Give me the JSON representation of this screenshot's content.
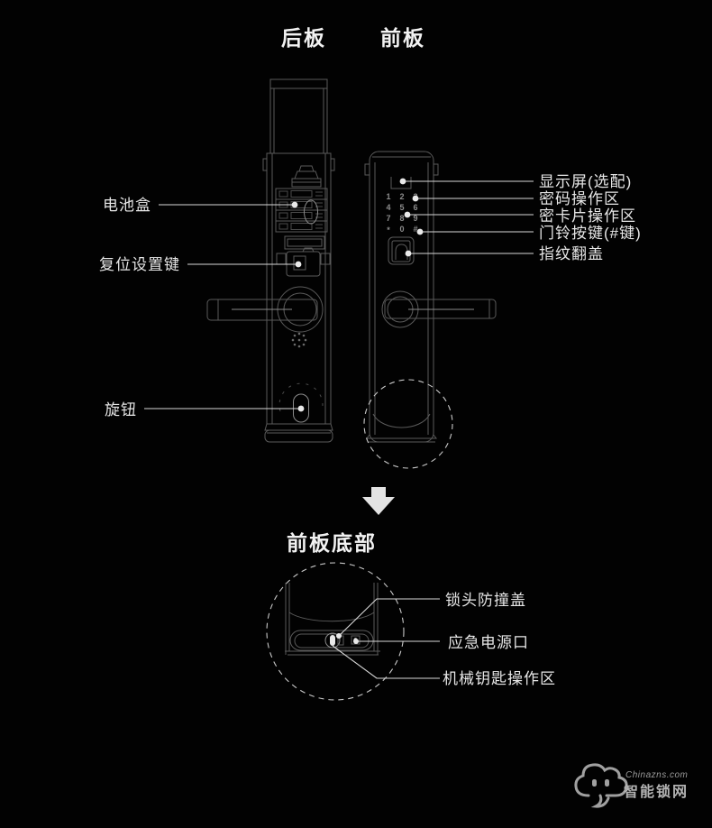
{
  "headings": {
    "back_panel": "后板",
    "front_panel": "前板",
    "detail": "前板底部"
  },
  "left_labels": [
    {
      "text": "电池盒"
    },
    {
      "text": "复位设置键"
    },
    {
      "text": "旋钮"
    }
  ],
  "right_labels": [
    {
      "text": "显示屏(选配)"
    },
    {
      "text": "密码操作区"
    },
    {
      "text": "密卡片操作区"
    },
    {
      "text": "门铃按键(#键)"
    },
    {
      "text": "指纹翻盖"
    }
  ],
  "detail_labels": [
    {
      "text": "锁头防撞盖"
    },
    {
      "text": "应急电源口"
    },
    {
      "text": "机械钥匙操作区"
    }
  ],
  "keypad": {
    "rows": [
      [
        "1",
        "2",
        "3"
      ],
      [
        "4",
        "5",
        "6"
      ],
      [
        "7",
        "8",
        "9"
      ],
      [
        "*",
        "0",
        "#"
      ]
    ]
  },
  "watermark": {
    "site": "Chinazns.com",
    "name": "智能锁网"
  },
  "colors": {
    "background": "#020202",
    "line": "#5a5a5a",
    "label": "#e6e6e6",
    "leader": "#d8d8d8",
    "watermark": "#9a9a9a"
  }
}
